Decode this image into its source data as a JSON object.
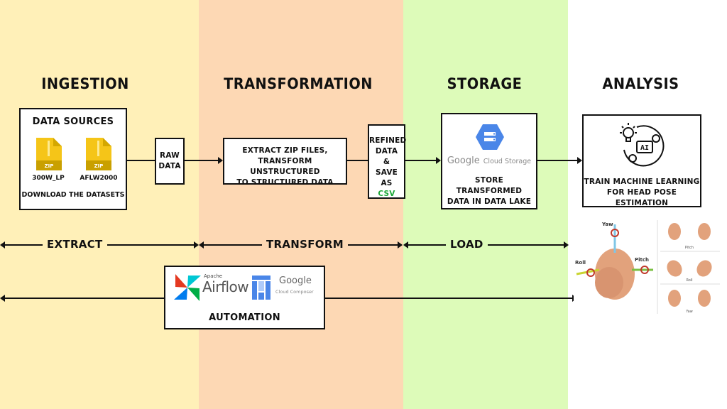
{
  "columns": {
    "ingestion": {
      "heading": "INGESTION",
      "color": "#fff0b8"
    },
    "transformation": {
      "heading": "TRANSFORMATION",
      "color": "#fdd8b4"
    },
    "storage": {
      "heading": "STORAGE",
      "color": "#ddfbb9"
    },
    "analysis": {
      "heading": "ANALYSIS",
      "color": "#ffffff"
    }
  },
  "data_sources": {
    "title": "DATA SOURCES",
    "files": [
      {
        "badge": "ZIP",
        "name": "300W_LP"
      },
      {
        "badge": "ZIP",
        "name": "AFLW2000"
      }
    ],
    "caption": "DOWNLOAD THE DATASETS"
  },
  "raw_data": {
    "line1": "RAW",
    "line2": "DATA"
  },
  "transform_box": {
    "line1": "EXTRACT ZIP FILES,",
    "line2": "TRANSFORM UNSTRUCTURED",
    "line3": "TO STRUCTURED DATA"
  },
  "refined_box": {
    "line1": "REFINED",
    "line2": "DATA",
    "line3": "&",
    "line4": "SAVE AS",
    "line5": "CSV",
    "csv_color": "#1fa83a"
  },
  "storage_box": {
    "logo_google": "Google",
    "logo_product": "Cloud Storage",
    "line1": "STORE TRANSFORMED",
    "line2": "DATA IN DATA LAKE"
  },
  "analysis_box": {
    "icon_label": "AI",
    "line1": "TRAIN MACHINE LEARNING",
    "line2": "FOR HEAD POSE ESTIMATION"
  },
  "phases": {
    "extract": "EXTRACT",
    "transform": "TRANSFORM",
    "load": "LOAD"
  },
  "automation": {
    "airflow_small": "Apache",
    "airflow_big": "Airflow",
    "composer_big": "Google",
    "composer_small": "Cloud Composer",
    "label": "AUTOMATION"
  },
  "head_pose": {
    "labels": {
      "yaw": "Yaw",
      "roll": "Roll",
      "pitch": "Pitch"
    },
    "panel_labels": [
      "Pitch",
      "Roll",
      "Yaw"
    ]
  }
}
